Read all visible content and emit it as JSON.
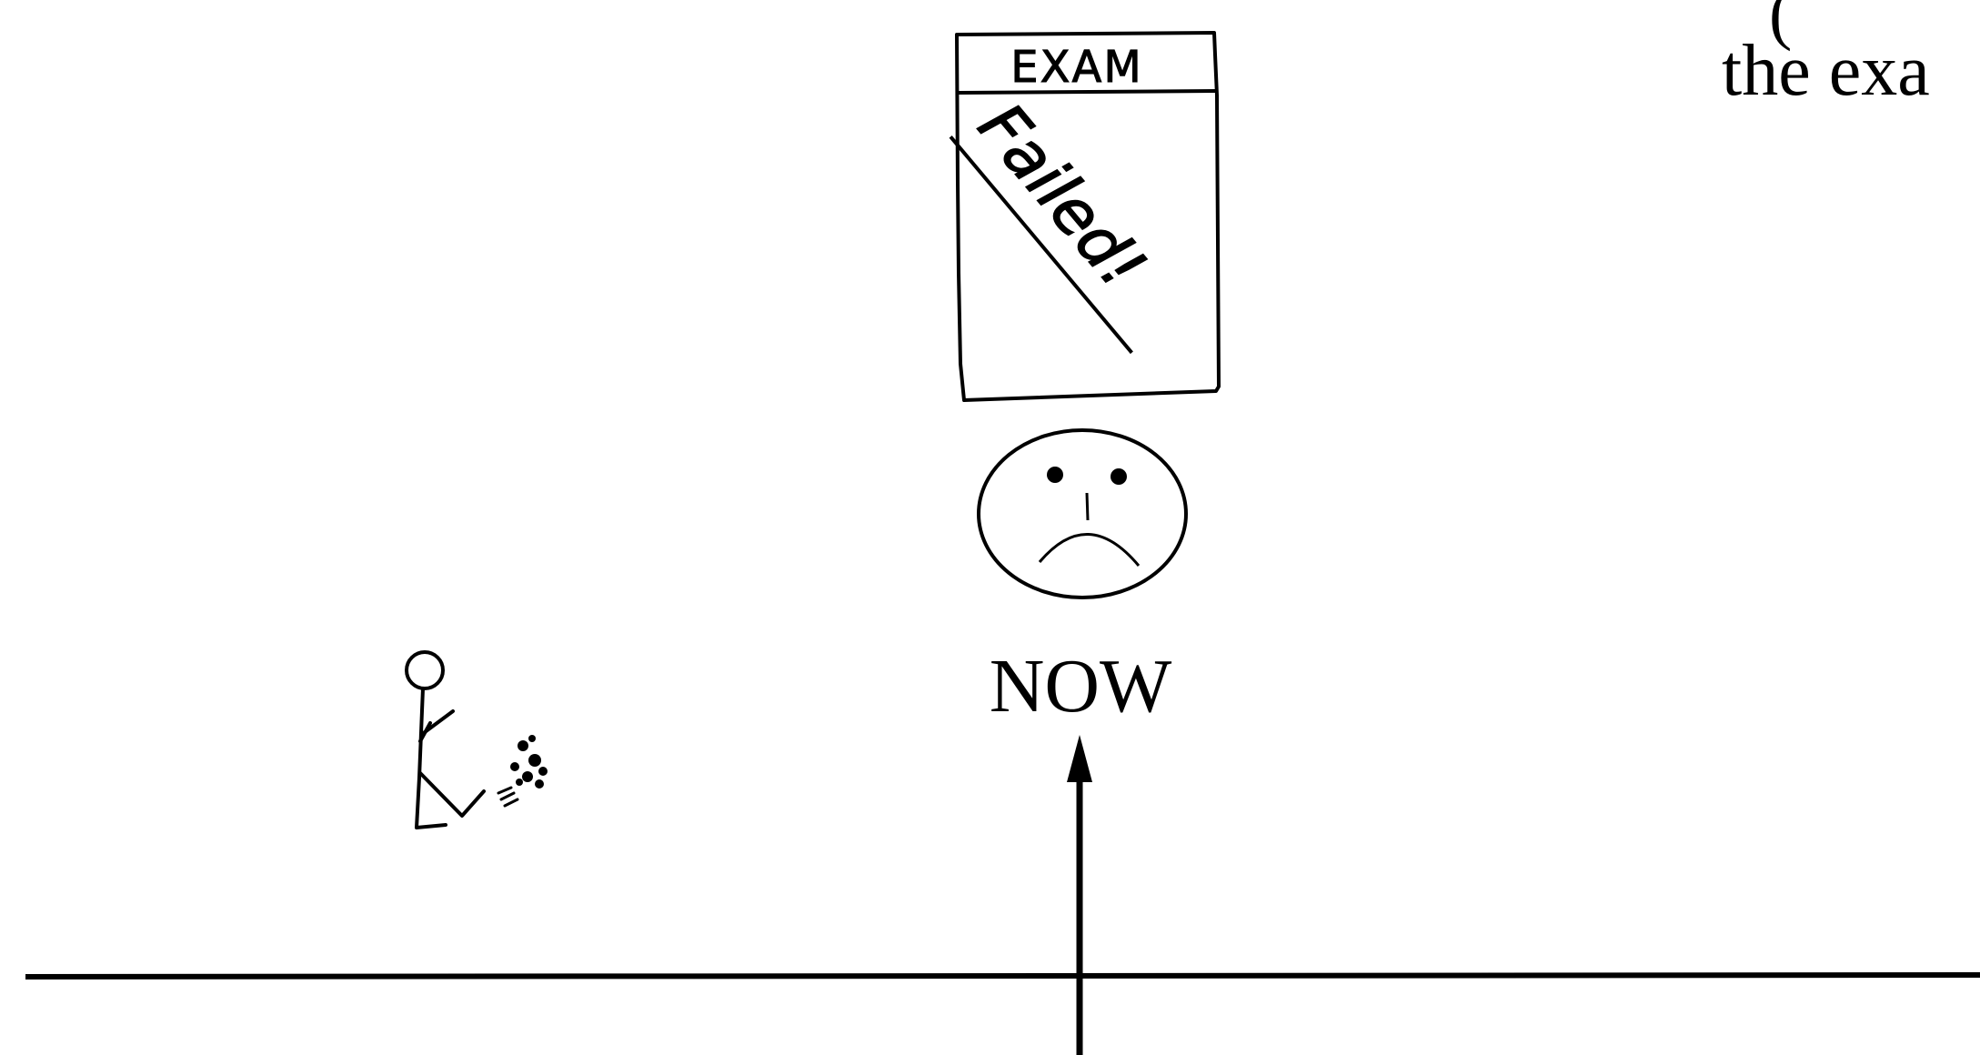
{
  "exam_paper": {
    "header": "EXAM",
    "handwritten_note": "Failed!"
  },
  "now_label": "NOW",
  "caption_fragment": {
    "line1": "(",
    "line2": "the exa"
  },
  "colors": {
    "ink": "#000000",
    "background": "#ffffff"
  },
  "icons": {
    "face": "sad-face-icon",
    "figure": "stick-figure-walking-icon"
  }
}
